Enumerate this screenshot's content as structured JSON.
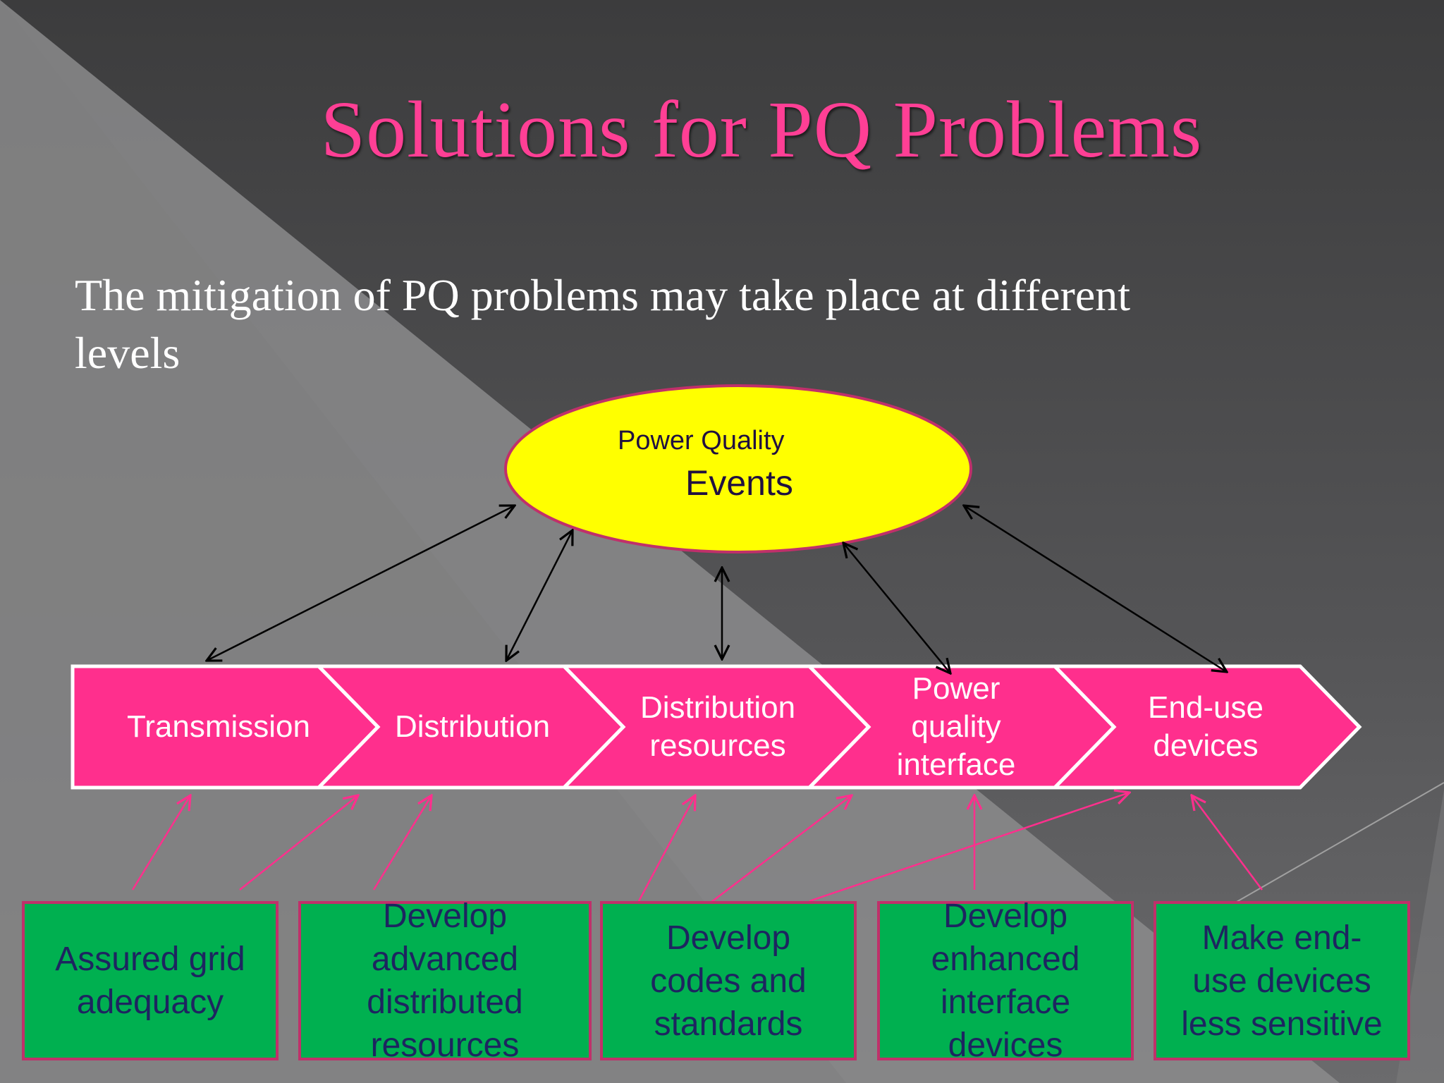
{
  "slide": {
    "title": "Solutions for PQ Problems",
    "subtitle_lines": [
      "The mitigation of PQ problems may take place at different",
      "levels"
    ]
  },
  "center_event": {
    "line1": "Power Quality",
    "line2": "Events"
  },
  "chevrons": [
    {
      "lines": [
        "Transmission"
      ]
    },
    {
      "lines": [
        "Distribution"
      ]
    },
    {
      "lines": [
        "Distribution",
        "resources"
      ]
    },
    {
      "lines": [
        "Power",
        "quality",
        "interface"
      ]
    },
    {
      "lines": [
        "End-use",
        "devices"
      ]
    }
  ],
  "solution_boxes": [
    {
      "lines": [
        "Assured grid",
        "adequacy"
      ]
    },
    {
      "lines": [
        "Develop",
        "advanced",
        "distributed",
        "resources"
      ]
    },
    {
      "lines": [
        "Develop",
        "codes and",
        "standards"
      ]
    },
    {
      "lines": [
        "Develop",
        "enhanced",
        "interface",
        "devices"
      ]
    },
    {
      "lines": [
        "Make end-",
        "use devices",
        "less sensitive"
      ]
    }
  ],
  "colors": {
    "title": "#ff3f95",
    "chevron_fill": "#ff2f8d",
    "ellipse_fill": "#ffff00",
    "box_fill": "#00b050",
    "box_border": "#c0306a",
    "arrow_pink": "#ff2f8d",
    "arrow_black": "#000000"
  }
}
